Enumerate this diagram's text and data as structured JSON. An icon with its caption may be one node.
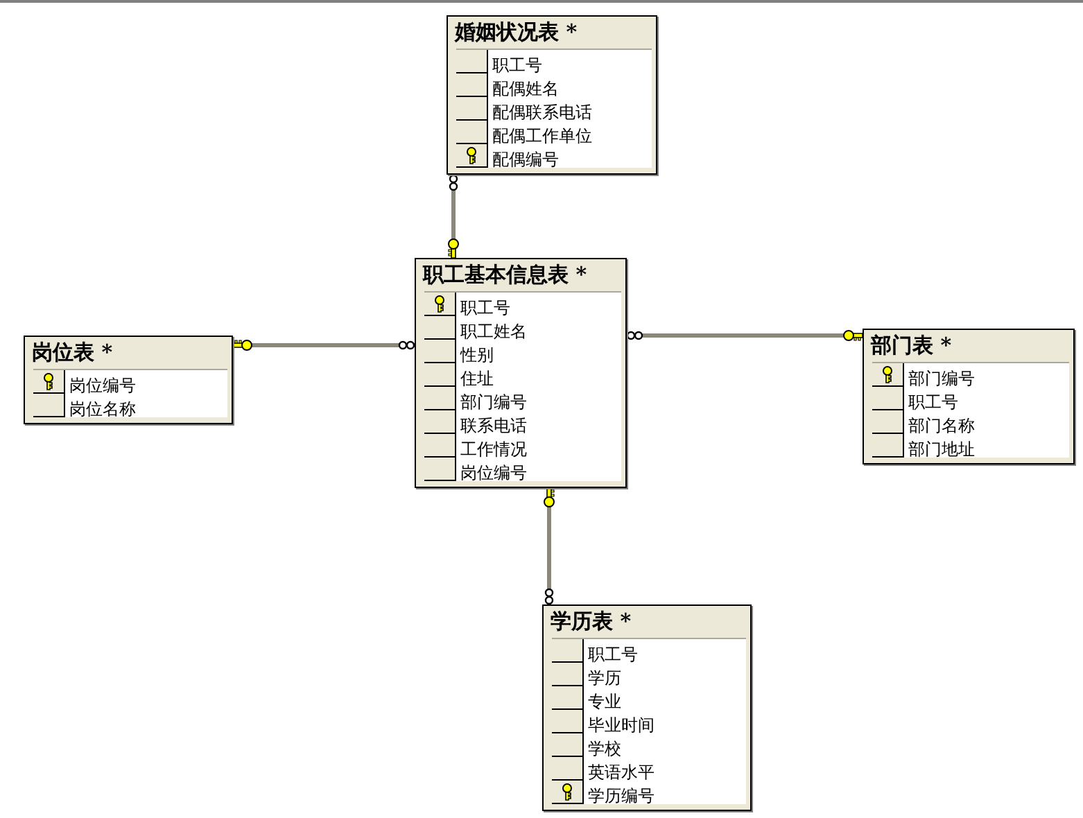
{
  "diagram": {
    "nodes": [
      {
        "text": [
          "婚姻状况表 *"
        ]
      },
      {
        "text": [
          "职工号"
        ],
        "in": 0
      },
      {
        "text": [
          "配偶姓名"
        ],
        "in": 0
      },
      {
        "text": [
          "配偶联系电话"
        ],
        "in": 0
      },
      {
        "text": [
          "配偶工作单位"
        ],
        "in": 0
      },
      {
        "text": [
          "配偶编号"
        ],
        "in": 0
      },
      {
        "text": [],
        "shape": "key",
        "in": 5
      },
      {
        "text": [
          "岗位表 *"
        ]
      },
      {
        "text": [
          "岗位编号"
        ],
        "in": 7
      },
      {
        "text": [],
        "shape": "key",
        "in": 8
      },
      {
        "text": [
          "岗位名称"
        ],
        "in": 7
      },
      {
        "text": [
          "职工基本信息表 *"
        ]
      },
      {
        "text": [
          "职工号"
        ],
        "in": 11
      },
      {
        "text": [],
        "shape": "key",
        "in": 12
      },
      {
        "text": [
          "职工姓名"
        ],
        "in": 11
      },
      {
        "text": [
          "性别"
        ],
        "in": 11
      },
      {
        "text": [
          "住址"
        ],
        "in": 11
      },
      {
        "text": [
          "部门编号"
        ],
        "in": 11
      },
      {
        "text": [
          "联系电话"
        ],
        "in": 11
      },
      {
        "text": [
          "工作情况"
        ],
        "in": 11
      },
      {
        "text": [
          "岗位编号"
        ],
        "in": 11
      },
      {
        "text": [
          "部门表 *"
        ]
      },
      {
        "text": [
          "部门编号"
        ],
        "in": 21
      },
      {
        "text": [],
        "shape": "key",
        "in": 22
      },
      {
        "text": [
          "职工号"
        ],
        "in": 21
      },
      {
        "text": [
          "部门名称"
        ],
        "in": 21
      },
      {
        "text": [
          "部门地址"
        ],
        "in": 21
      },
      {
        "text": [
          "学历表 *"
        ]
      },
      {
        "text": [
          "职工号"
        ],
        "in": 27
      },
      {
        "text": [
          "学历"
        ],
        "in": 27
      },
      {
        "text": [
          "专业"
        ],
        "in": 27
      },
      {
        "text": [
          "毕业时间"
        ],
        "in": 27
      },
      {
        "text": [
          "学校"
        ],
        "in": 27
      },
      {
        "text": [
          "英语水平"
        ],
        "in": 27
      },
      {
        "text": [
          "学历编号"
        ],
        "in": 27
      },
      {
        "text": [],
        "shape": "key",
        "in": 34
      }
    ],
    "edges": [
      {
        "from": 11,
        "to": 0,
        "arrow": "other"
      },
      {
        "from": 7,
        "to": 11,
        "arrow": "other"
      },
      {
        "from": 21,
        "to": 11,
        "arrow": "other"
      },
      {
        "from": 11,
        "to": 27,
        "arrow": "other"
      }
    ]
  }
}
